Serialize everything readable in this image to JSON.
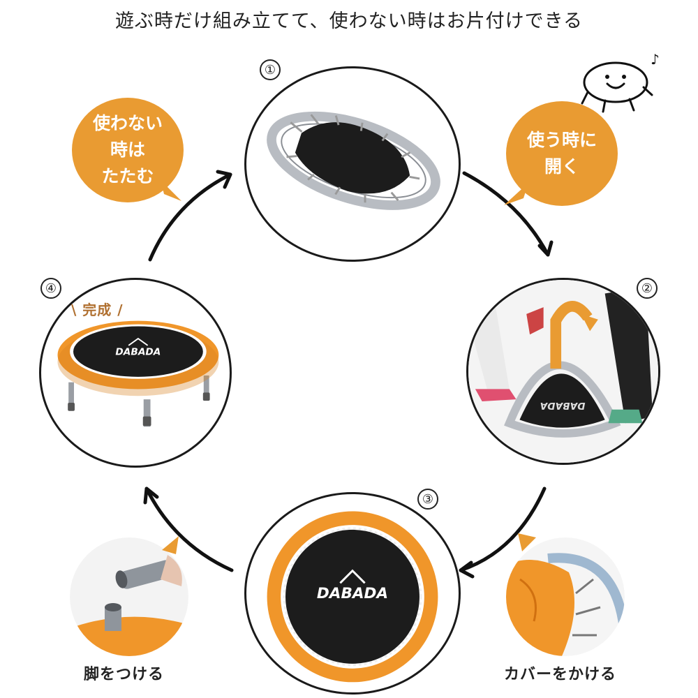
{
  "header": {
    "title": "遊ぶ時だけ組み立てて、使わない時はお片付けできる"
  },
  "steps": [
    {
      "number": "①"
    },
    {
      "number": "②"
    },
    {
      "number": "③"
    },
    {
      "number": "④"
    }
  ],
  "bubbles": {
    "fold": {
      "lines": [
        "使わない",
        "時は",
        "たたむ"
      ]
    },
    "open": {
      "lines": [
        "使う時に",
        "開く"
      ]
    }
  },
  "completion_badge": {
    "prefix": "\\",
    "label": "完成",
    "suffix": "/"
  },
  "brand_logo": "DABADA",
  "captions": {
    "attach_legs": "脚をつける",
    "attach_cover": "カバーをかける"
  },
  "mascot": {
    "note": "♪"
  },
  "colors": {
    "accent_orange": "#e99b32",
    "trampoline_orange": "#f0962a",
    "mat_black": "#1c1c1c",
    "frame_silver": "#b8bcc2",
    "kansei_brown": "#b07030"
  }
}
